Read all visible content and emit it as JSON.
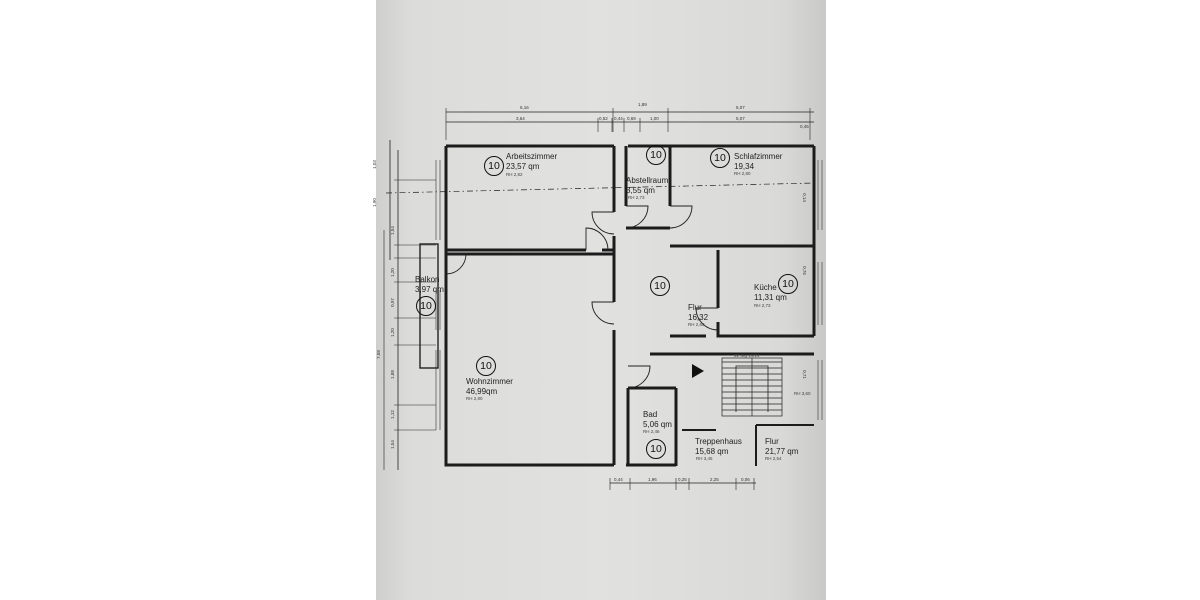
{
  "rooms": {
    "arbeitszimmer": {
      "name": "Arbeitszimmer",
      "area": "23,57 qm",
      "rh": "RH 2,82",
      "number": "10"
    },
    "abstellraum": {
      "name": "Abstellraum",
      "area": "3,55 qm",
      "rh": "RH 2,73",
      "number": "10"
    },
    "schlafzimmer": {
      "name": "Schlafzimmer",
      "area": "19,34",
      "rh": "RH 2,80",
      "number": "10"
    },
    "balkon": {
      "name": "Balkon",
      "area": "3,97 qm",
      "number": "10"
    },
    "flur": {
      "name": "Flur",
      "area": "16,32",
      "rh": "RH 2,68",
      "number": "10"
    },
    "kueche": {
      "name": "Küche",
      "area": "11,31 qm",
      "rh": "RH 2,73",
      "number": "10"
    },
    "wohnzimmer": {
      "name": "Wohnzimmer",
      "area": "46,99qm",
      "rh": "RH 2,80",
      "number": "10"
    },
    "bad": {
      "name": "Bad",
      "area": "5,06 qm",
      "rh": "RH 2,46",
      "number": "10"
    },
    "treppenhaus": {
      "name": "Treppenhaus",
      "area": "15,68 qm",
      "rh": "RH 3,45"
    },
    "flur2": {
      "name": "Flur",
      "area": "21,77 qm",
      "rh": "RH 2,54"
    }
  },
  "stair": {
    "label": "22 Stg 16/24",
    "rh": "RH 3,60"
  },
  "dimensions": {
    "top_outer": [
      "6,16",
      "1,89",
      "5,07"
    ],
    "top_inner": [
      "3,64",
      "0,52",
      "0,44",
      "0,69",
      "1,00",
      "5,07",
      "0,45"
    ],
    "bottom": [
      "0,44",
      "1,96",
      "0,25",
      "2,25",
      "0,06"
    ],
    "left_upper": [
      "1,03",
      "1,90",
      "1,54"
    ],
    "left_lower": [
      "1,20",
      "0,97",
      "1,20",
      "1,88",
      "7,58",
      "1,12",
      "1,54"
    ],
    "right": [
      "0,14",
      "0,76",
      "0,71"
    ]
  }
}
